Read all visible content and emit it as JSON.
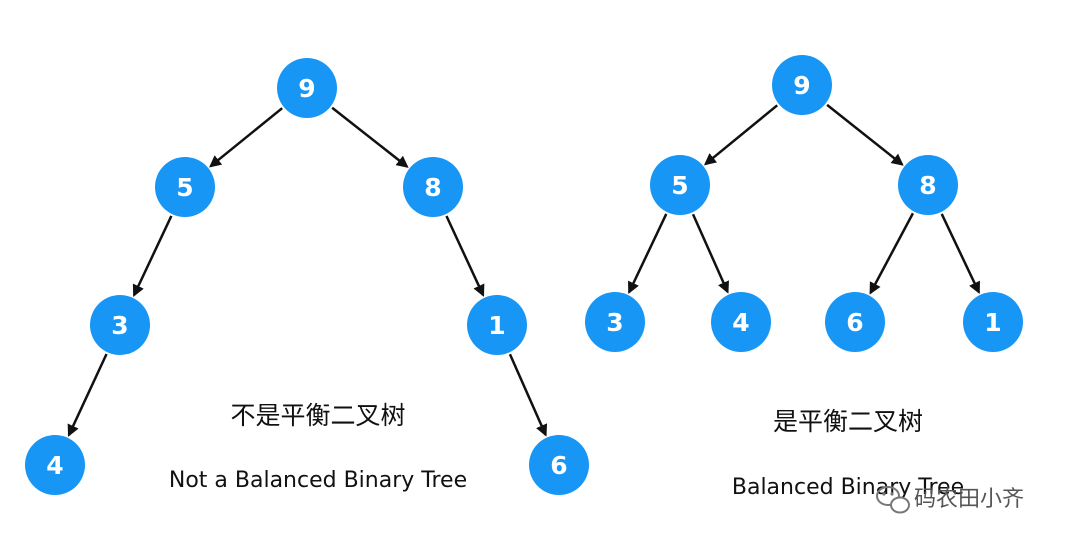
{
  "colors": {
    "node_fill": "#1796f5",
    "node_text": "#ffffff",
    "edge": "#111111",
    "caption": "#111111",
    "watermark": "#555555"
  },
  "left_tree": {
    "caption_cn": "不是平衡二叉树",
    "caption_en": "Not a Balanced Binary Tree",
    "nodes": [
      {
        "id": "L9",
        "label": "9"
      },
      {
        "id": "L5",
        "label": "5"
      },
      {
        "id": "L8",
        "label": "8"
      },
      {
        "id": "L3",
        "label": "3"
      },
      {
        "id": "L1",
        "label": "1"
      },
      {
        "id": "L4",
        "label": "4"
      },
      {
        "id": "L6",
        "label": "6"
      }
    ],
    "edges": [
      {
        "from": "L9",
        "to": "L5"
      },
      {
        "from": "L9",
        "to": "L8"
      },
      {
        "from": "L5",
        "to": "L3"
      },
      {
        "from": "L8",
        "to": "L1"
      },
      {
        "from": "L3",
        "to": "L4"
      },
      {
        "from": "L1",
        "to": "L6"
      }
    ]
  },
  "right_tree": {
    "caption_cn": "是平衡二叉树",
    "caption_en": "Balanced Binary Tree",
    "nodes": [
      {
        "id": "R9",
        "label": "9"
      },
      {
        "id": "R5",
        "label": "5"
      },
      {
        "id": "R8",
        "label": "8"
      },
      {
        "id": "R3",
        "label": "3"
      },
      {
        "id": "R4",
        "label": "4"
      },
      {
        "id": "R6",
        "label": "6"
      },
      {
        "id": "R1",
        "label": "1"
      }
    ],
    "edges": [
      {
        "from": "R9",
        "to": "R5"
      },
      {
        "from": "R9",
        "to": "R8"
      },
      {
        "from": "R5",
        "to": "R3"
      },
      {
        "from": "R5",
        "to": "R4"
      },
      {
        "from": "R8",
        "to": "R6"
      },
      {
        "from": "R8",
        "to": "R1"
      }
    ]
  },
  "watermark": {
    "text": "码农田小齐",
    "icon": "wechat-icon"
  }
}
